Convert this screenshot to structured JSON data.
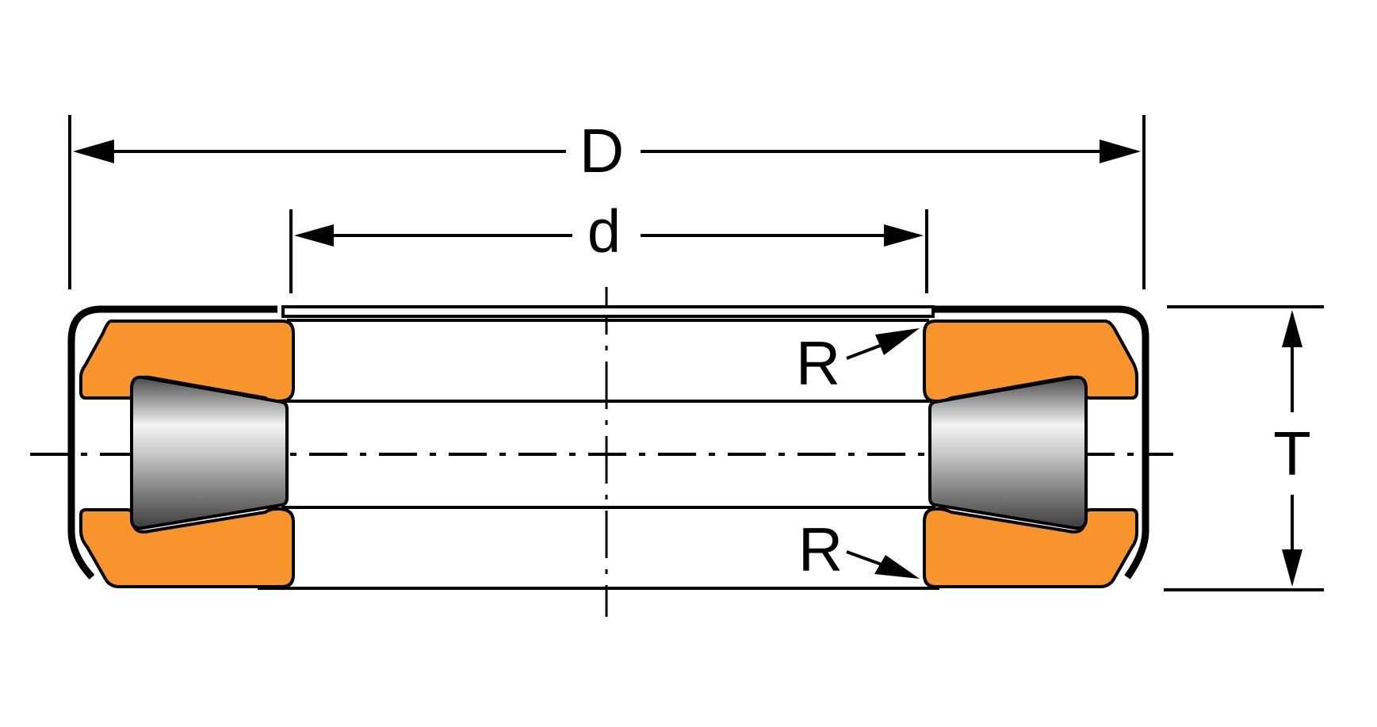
{
  "labels": {
    "outer_diameter": "D",
    "bore_diameter": "d",
    "width": "T",
    "radius_top": "R",
    "radius_bottom": "R"
  },
  "colors": {
    "ring_fill": "#F7942B",
    "line": "#000000",
    "roller_dark": "#4a4a4a",
    "roller_light": "#f2f2f2",
    "background": "#ffffff"
  }
}
